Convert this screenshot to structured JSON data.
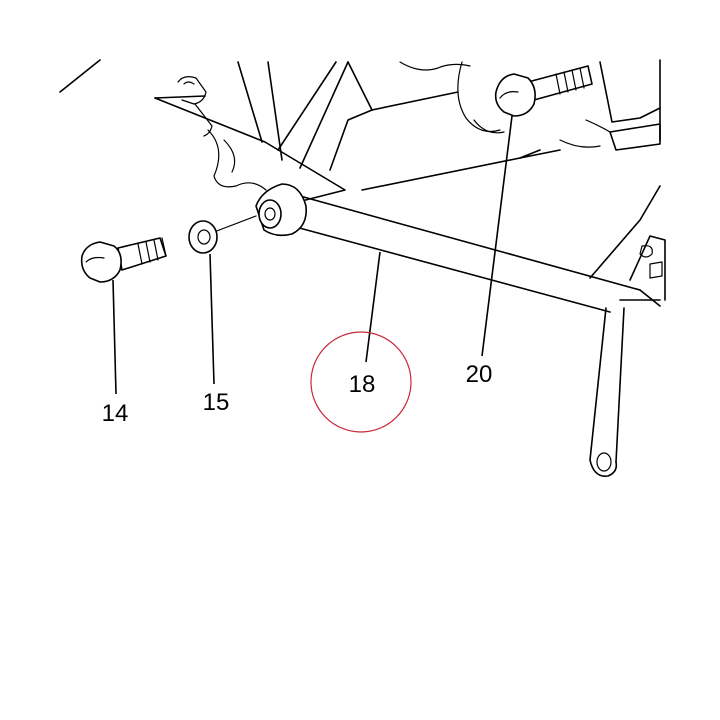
{
  "parts": {
    "bolt_left": {
      "label": "14"
    },
    "washer": {
      "label": "15"
    },
    "arm": {
      "label": "18"
    },
    "bolt_right": {
      "label": "20"
    }
  },
  "highlight": {
    "target": "18",
    "color": "#c8293b"
  }
}
